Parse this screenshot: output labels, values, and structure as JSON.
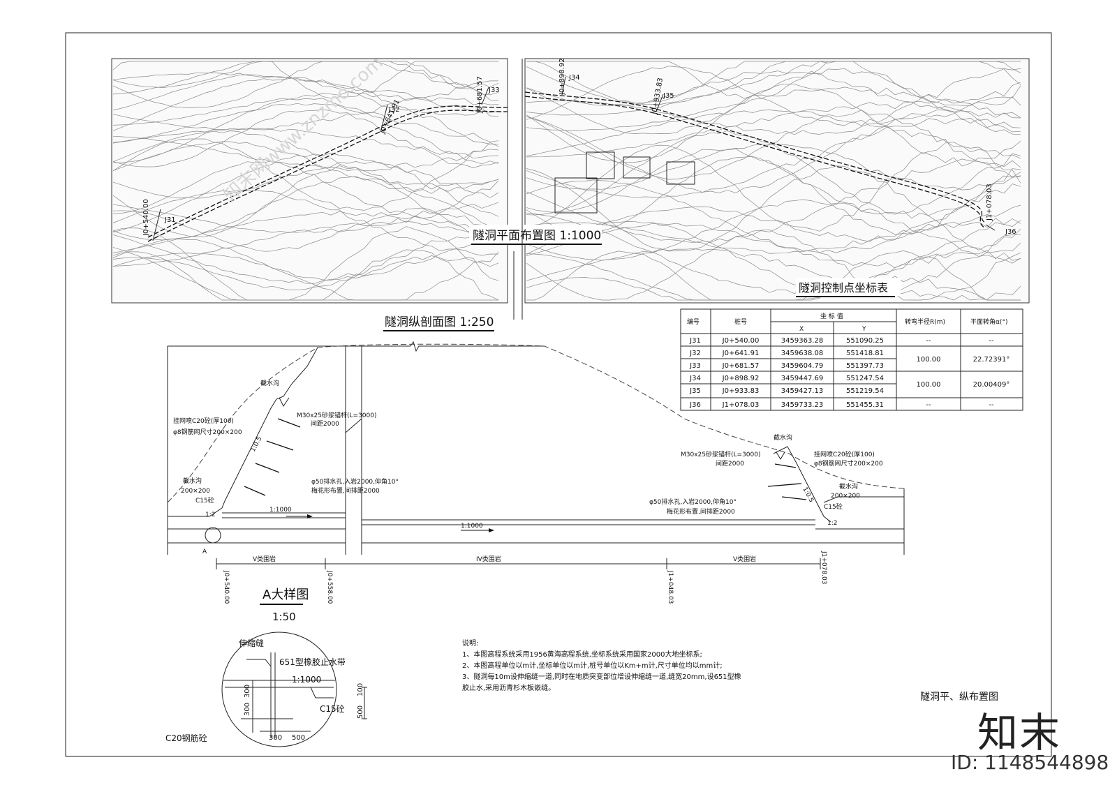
{
  "plan_title": "隧洞平面布置图 1:1000",
  "profile_title": "隧洞纵剖面图 1:250",
  "table": {
    "title": "隧洞控制点坐标表",
    "headers": {
      "no": "编号",
      "station": "桩号",
      "coord": "坐 标 值",
      "x": "X",
      "y": "Y",
      "radius": "转弯半径R(m)",
      "angle": "平面转角α(°)"
    },
    "rows": [
      {
        "no": "J31",
        "station": "J0+540.00",
        "x": "3459363.28",
        "y": "551090.25",
        "radius": "--",
        "angle": "--"
      },
      {
        "no": "J32",
        "station": "J0+641.91",
        "x": "3459638.08",
        "y": "551418.81",
        "radius": "100.00",
        "angle": "22.72391°"
      },
      {
        "no": "J33",
        "station": "J0+681.57",
        "x": "3459604.79",
        "y": "551397.73",
        "radius": "",
        "angle": ""
      },
      {
        "no": "J34",
        "station": "J0+898.92",
        "x": "3459447.69",
        "y": "551247.54",
        "radius": "100.00",
        "angle": "20.00409°"
      },
      {
        "no": "J35",
        "station": "J0+933.83",
        "x": "3459427.13",
        "y": "551219.54",
        "radius": "",
        "angle": ""
      },
      {
        "no": "J36",
        "station": "J1+078.03",
        "x": "3459733.23",
        "y": "551455.31",
        "radius": "--",
        "angle": "--"
      }
    ]
  },
  "plan_labels": {
    "j31": "J31",
    "j32": "J32",
    "j33": "J33",
    "j34": "J34",
    "j35": "J35",
    "j36": "J36",
    "s1": "J0+540.00",
    "s2": "J0+641.91",
    "s3": "J0+681.57",
    "s4": "J0+898.92",
    "s5": "J0+933.83",
    "s6": "J1+078.03"
  },
  "profile_labels": {
    "ditch_left_top": "截水沟",
    "anchor_left": "M30x25砂浆锚杆(L=3000)",
    "anchor_left_spacing": "间距2000",
    "shotcrete_left": "挂网喷C20砼(厚100)",
    "mesh_left": "φ8钢筋网尺寸200×200",
    "slope_left": "1:0.5",
    "drain_left": "φ50排水孔,入岩2000,仰角10°",
    "drain_left_2": "梅花形布置,间排距2000",
    "ditch_left_low": "截水沟",
    "ditch_left_size": "200×200",
    "ditch_left_c15": "C15砼",
    "slope_left_low": "1:2",
    "gradient_left": "1:1000",
    "gradient_mid": "1:1000",
    "detail_mark": "A",
    "ditch_right_top": "截水沟",
    "anchor_right": "M30x25砂浆锚杆(L=3000)",
    "anchor_right_spacing": "间距2000",
    "shotcrete_right": "挂网喷C20砼(厚100)",
    "mesh_right": "φ8钢筋网尺寸200×200",
    "slope_right": "1:0.5",
    "drain_right": "φ50排水孔,入岩2000,仰角10°",
    "drain_right_2": "梅花形布置,间排距2000",
    "ditch_right_low": "截水沟",
    "ditch_right_size": "200×200",
    "ditch_right_c15": "C15砼",
    "slope_right_low": "1:2",
    "rock_v_left": "V类围岩",
    "rock_iv": "IV类围岩",
    "rock_v_right": "V类围岩",
    "st_a": "J0+540.00",
    "st_b": "J0+558.00",
    "st_c": "J1+048.03",
    "st_d": "J1+078.03"
  },
  "detail": {
    "title": "A大样图",
    "scale": "1:50",
    "joint": "伸缩缝",
    "waterstop": "651型橡胶止水带",
    "gradient": "1:1000",
    "c20": "C20钢筋砼",
    "c15": "C15砼",
    "dim_300a": "300",
    "dim_300b": "300",
    "dim_300c": "300",
    "dim_500a": "500",
    "dim_500b": "500",
    "dim_100": "100"
  },
  "notes": {
    "heading": "说明:",
    "line1": "1、本图高程系统采用1956黄海高程系统,坐标系统采用国家2000大地坐标系;",
    "line2": "2、本图高程单位以m计,坐标单位以m计,桩号单位以Km+m计,尺寸单位均以mm计;",
    "line3": "3、隧洞每10m设伸缩缝一道,同时在地质突变部位增设伸缩缝一道,缝宽20mm,设651型橡",
    "line4": "胶止水,采用沥青杉木板嵌缝。"
  },
  "drawing_name": "隧洞平、纵布置图",
  "watermark_text": "知末网www.znzmo.com",
  "brand": "知末",
  "image_id": "ID: 1148544898"
}
